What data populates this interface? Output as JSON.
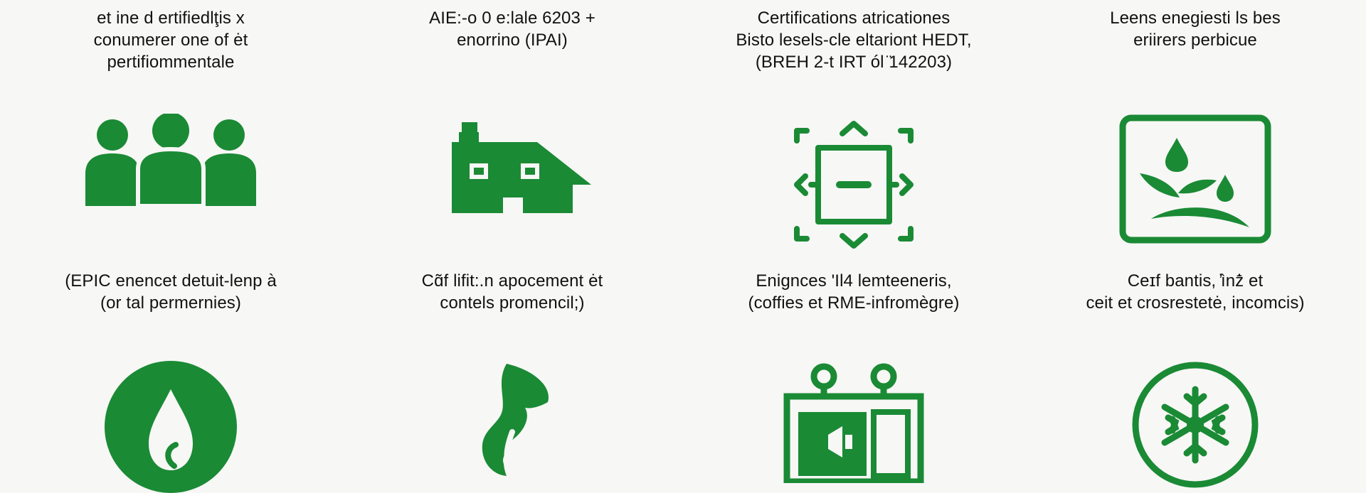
{
  "colors": {
    "icon_green": "#1a8a35",
    "background": "#f7f7f5",
    "text": "#111111"
  },
  "columns": [
    {
      "top_caption": "et ine d ertifiedlţis x\nconumerer one of ėt\npertifiommentale",
      "middle_caption": "(EPIC enencet detuit-lenp à\n(or tal permernies)",
      "row1_icon": "people-group-icon",
      "row2_icon": "water-drop-leaf-icon"
    },
    {
      "top_caption": "AIE:-o 0 e:lale 6203 +\nenorrino (IPAI)",
      "middle_caption": "Cɑ̃f lifit:.n apocement ėt\ncontels promencil;)",
      "row1_icon": "house-icon",
      "row2_icon": "leaf-sprout-icon"
    },
    {
      "top_caption": "Certifications atricationes\nBisto lesels-cle eltariont HEDT,\n(BREH 2-t IRT ól ̈142203)",
      "middle_caption": "Enignces 'Il4 lemteeneris,\n(coffies et RME-infromègre)",
      "row1_icon": "expand-arrows-frame-icon",
      "row2_icon": "battery-panel-icon"
    },
    {
      "top_caption": "Leens enegiesti ls bes\neriirers perbicue",
      "middle_caption": "Ceɪf bantis, ̓ìnż̄ et\nceit et crosrestetė, incomcis)",
      "row1_icon": "drops-landscape-icon",
      "row2_icon": "snowflake-circle-icon"
    }
  ]
}
